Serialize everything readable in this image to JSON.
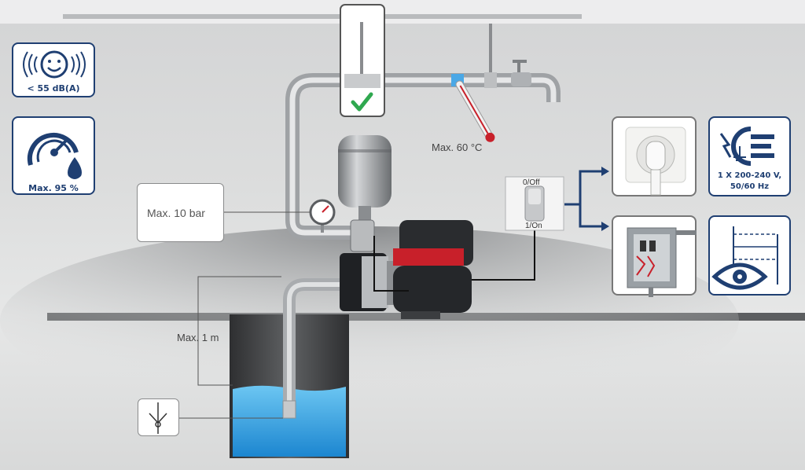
{
  "icons": {
    "noise": {
      "label": "< 55 dB(A)",
      "icon": "smiley-sound-icon"
    },
    "humidity": {
      "label": "Max. 95 %",
      "icon": "gauge-drop-icon"
    },
    "power": {
      "label_line1": "1 X 200-240 V,",
      "label_line2": "50/60 Hz",
      "icon": "plug-ground-icon"
    },
    "socket": {
      "icon": "wall-socket-icon"
    },
    "panel": {
      "icon": "electric-panel-icon"
    },
    "inspection": {
      "icon": "eye-schematic-icon"
    }
  },
  "labels": {
    "pressure": "Max. 10 bar",
    "temperature": "Max. 60 °C",
    "suction_height": "Max. 1 m",
    "switch_off": "0/Off",
    "switch_on": "1/On"
  },
  "colors": {
    "accent": "#1f3f72",
    "check": "#2fa84f",
    "water": "#3aa4e0",
    "pump_red": "#c8202a"
  }
}
